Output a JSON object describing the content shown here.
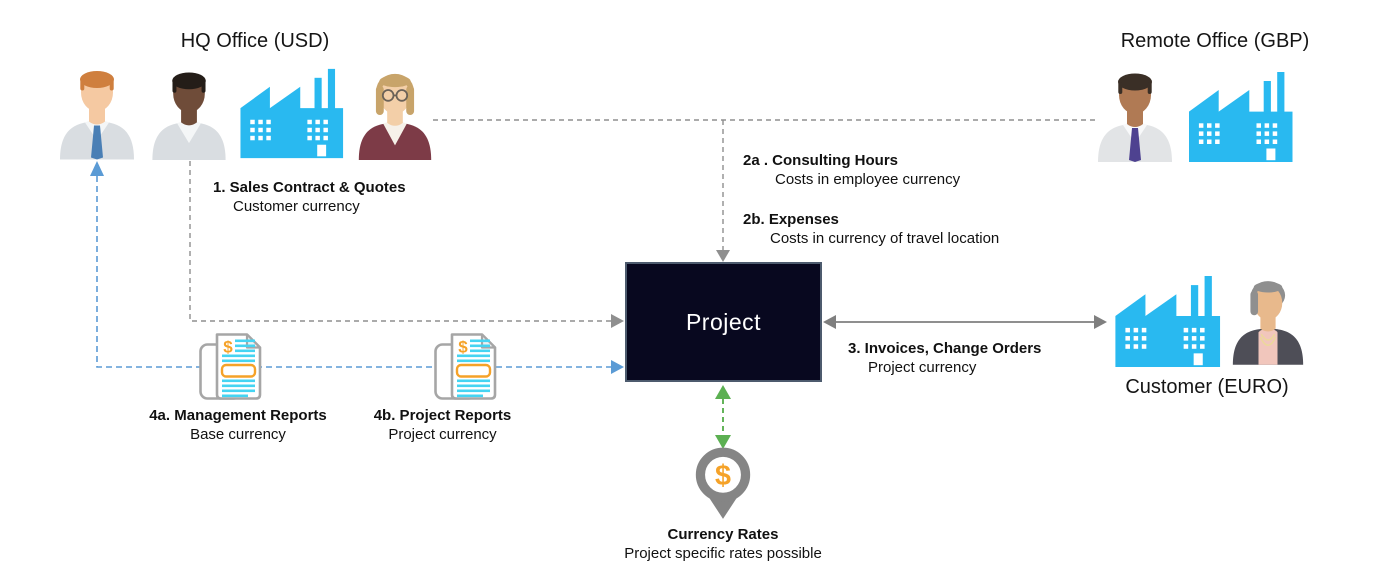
{
  "diagram": {
    "hq": {
      "title": "HQ Office (USD)"
    },
    "remote": {
      "title": "Remote Office (GBP)"
    },
    "customer": {
      "label": "Customer (EURO)"
    },
    "project": {
      "label": "Project"
    },
    "flows": {
      "f1": {
        "title": "1. Sales Contract & Quotes",
        "subtitle": "Customer currency"
      },
      "f2a": {
        "title": "2a . Consulting Hours",
        "subtitle": "Costs in employee currency"
      },
      "f2b": {
        "title": "2b. Expenses",
        "subtitle": "Costs in currency of travel location"
      },
      "f3": {
        "title": "3. Invoices, Change Orders",
        "subtitle": "Project currency"
      },
      "f4a": {
        "title": "4a. Management Reports",
        "subtitle": "Base currency"
      },
      "f4b": {
        "title": "4b. Project Reports",
        "subtitle": "Project currency"
      },
      "rates": {
        "title": "Currency Rates",
        "subtitle": "Project specific rates possible"
      }
    },
    "icons": {
      "currency_symbol": "$"
    },
    "colors": {
      "factory_cyan": "#29b9f0",
      "project_box_bg": "#08081f",
      "project_box_border": "#4d5b6e",
      "arrow_gray_dashed": "#8f8f8f",
      "arrow_gray_solid": "#7f7f7f",
      "arrow_blue": "#5b9bd5",
      "arrow_green": "#5cb052",
      "pin_gray": "#858585",
      "doc_orange": "#f5a228",
      "doc_cyan": "#45d4f2",
      "doc_border_gray": "#a6a6a6"
    }
  }
}
